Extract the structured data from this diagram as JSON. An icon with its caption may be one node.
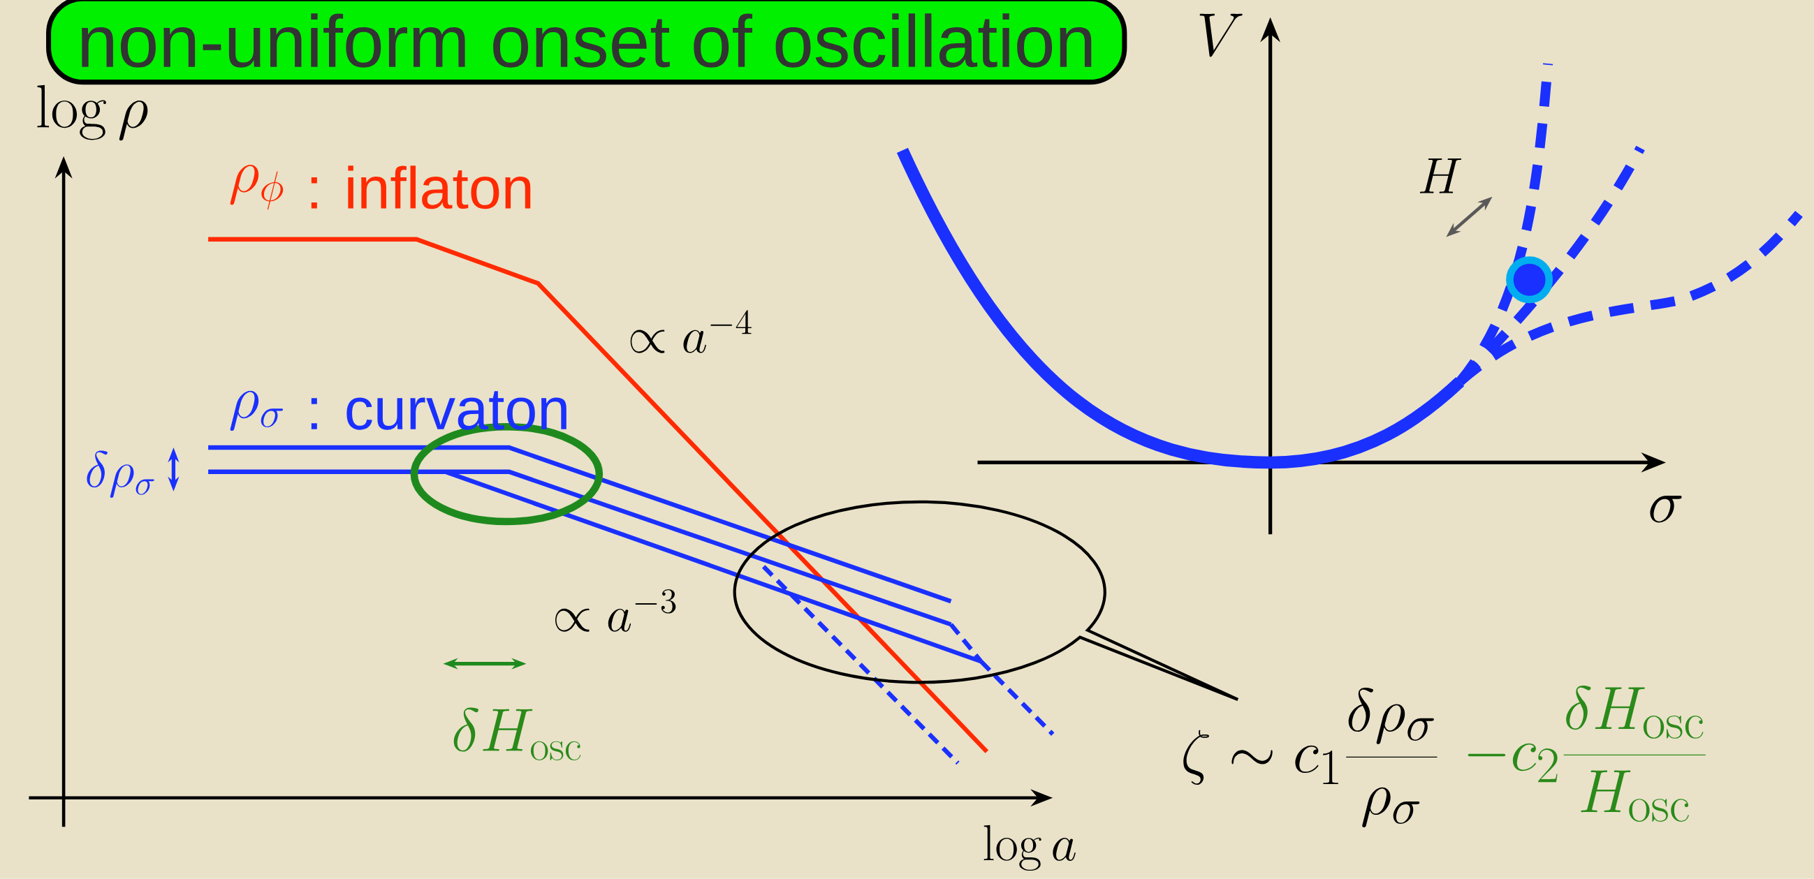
{
  "diagram": {
    "title": "non-uniform onset of oscillation",
    "labels": [
      "\\log \\rho",
      "\\rho_\\phi",
      ": inflaton",
      "V",
      "H",
      "\\propto a^{-4}",
      "\\rho_\\sigma",
      ": curvaton",
      "\\delta\\rho_\\sigma",
      "\\sigma",
      "\\propto a^{-3}",
      "\\delta H_{\\mathrm{osc}}",
      "\\zeta \\sim c_1 \\frac{\\delta\\rho_\\sigma}{\\rho_\\sigma}",
      "-c_2 \\frac{\\delta H_{\\mathrm{osc}}}{H_{\\mathrm{osc}}}",
      "\\log a"
    ]
  }
}
